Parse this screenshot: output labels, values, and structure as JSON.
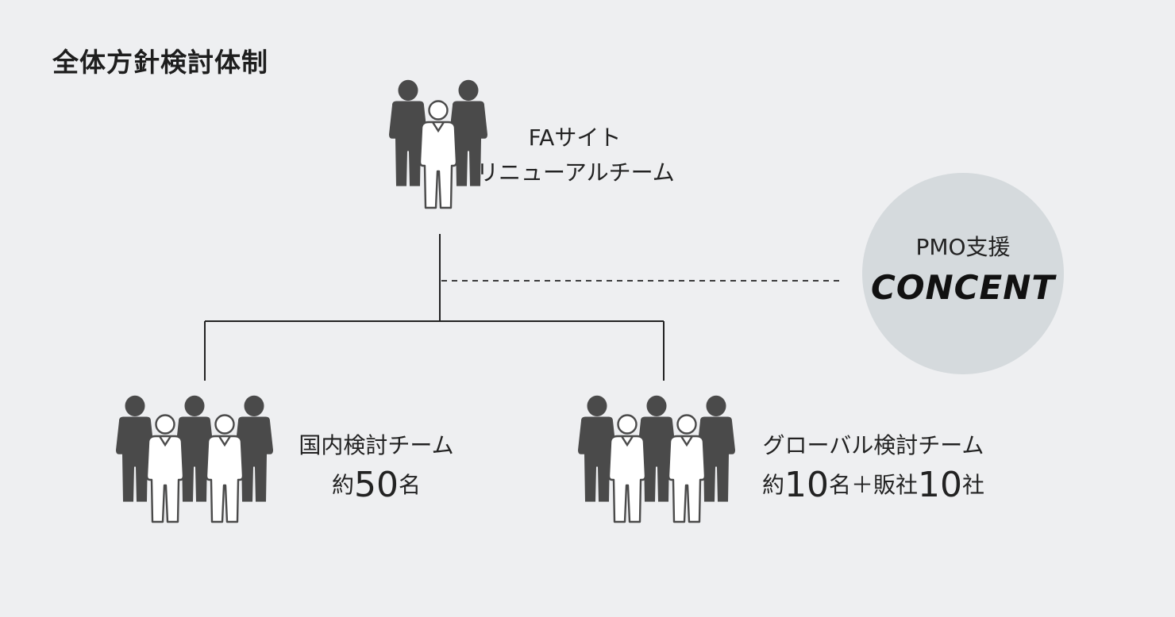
{
  "title": "全体方針検討体制",
  "top_team": {
    "line1": "FAサイト",
    "line2": "リニューアルチーム"
  },
  "pmo": {
    "label": "PMO支援",
    "name": "CONCENT"
  },
  "domestic_team": {
    "name": "国内検討チーム",
    "prefix": "約",
    "count": "50",
    "unit": "名"
  },
  "global_team": {
    "name": "グローバル検討チーム",
    "prefix": "約",
    "count1": "10",
    "unit1": "名＋販社",
    "count2": "10",
    "unit2": "社"
  },
  "colors": {
    "background": "#eeeff1",
    "figure": "#4a4a4a",
    "pmo_circle": "#d5dadd"
  },
  "icons": [
    "people-group-icon"
  ]
}
